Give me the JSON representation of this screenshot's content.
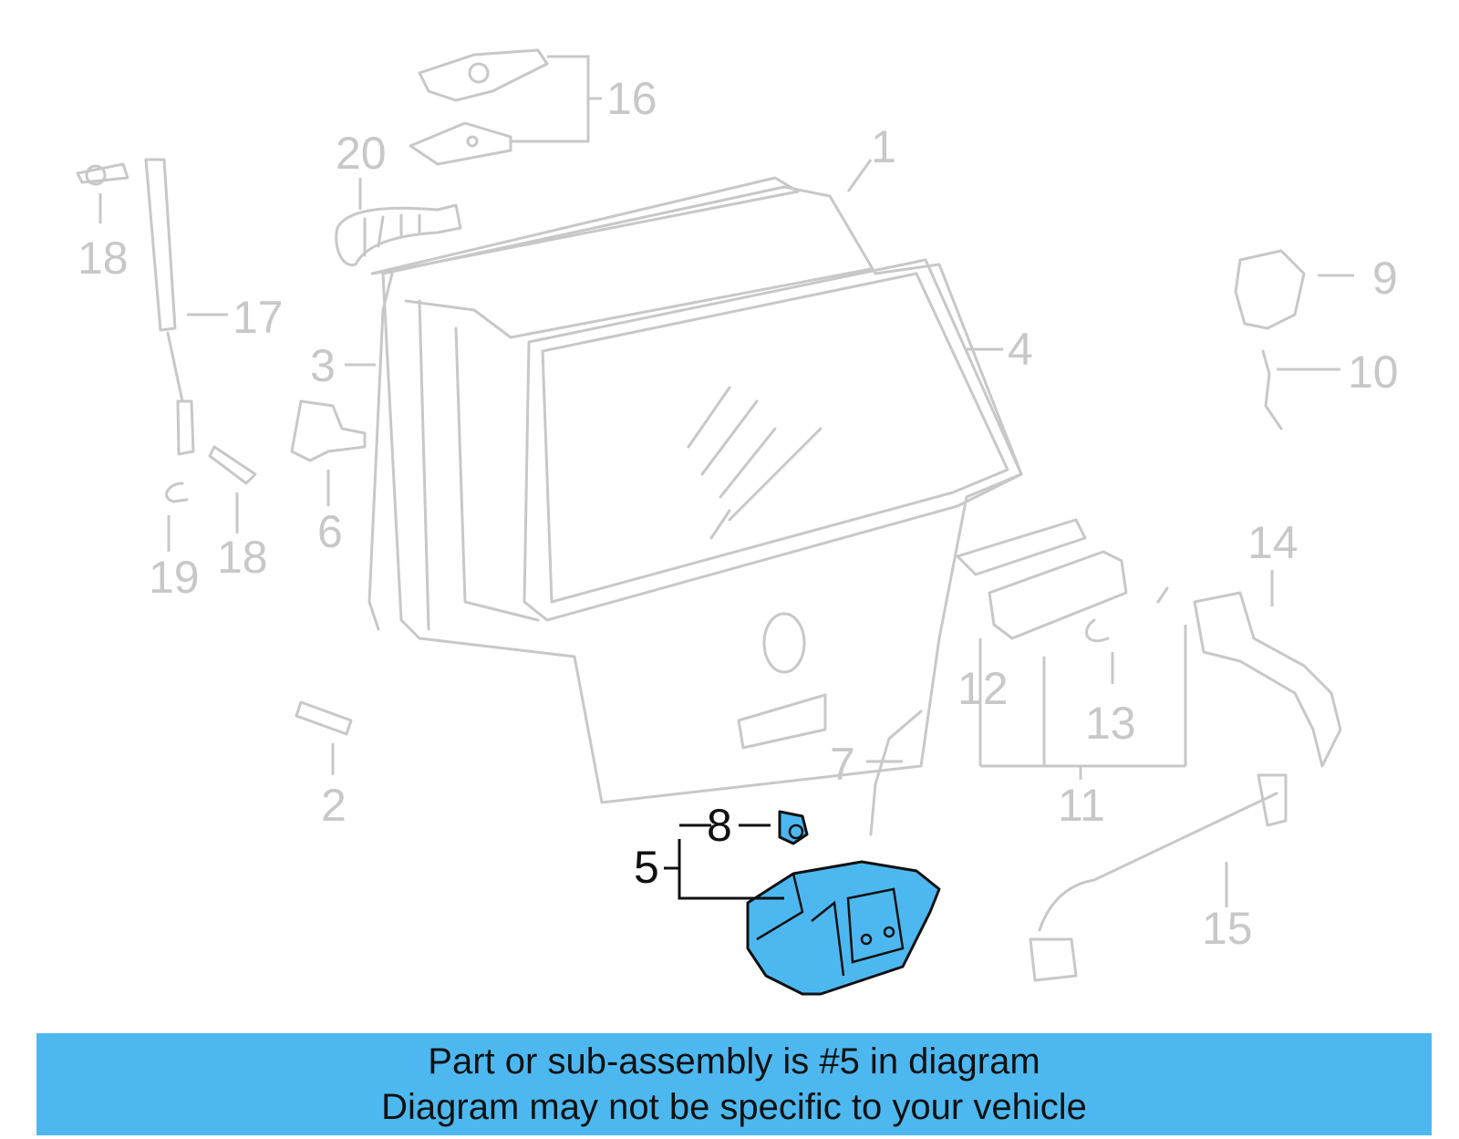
{
  "colors": {
    "highlight": "#4db8f0",
    "banner": "#4db8f0",
    "inactive_line": "#c8c8c8",
    "active_line": "#111111"
  },
  "callouts": {
    "c1": "1",
    "c2": "2",
    "c3": "3",
    "c4": "4",
    "c5": "5",
    "c6": "6",
    "c7": "7",
    "c8": "8",
    "c9": "9",
    "c10": "10",
    "c11": "11",
    "c12": "12",
    "c13": "13",
    "c14": "14",
    "c15": "15",
    "c16": "16",
    "c17": "17",
    "c18a": "18",
    "c18b": "18",
    "c19": "19",
    "c20": "20"
  },
  "highlighted_part": "5",
  "banner": {
    "line1": "Part or sub-assembly is #5 in diagram",
    "line2": "Diagram may not be specific to your vehicle"
  }
}
